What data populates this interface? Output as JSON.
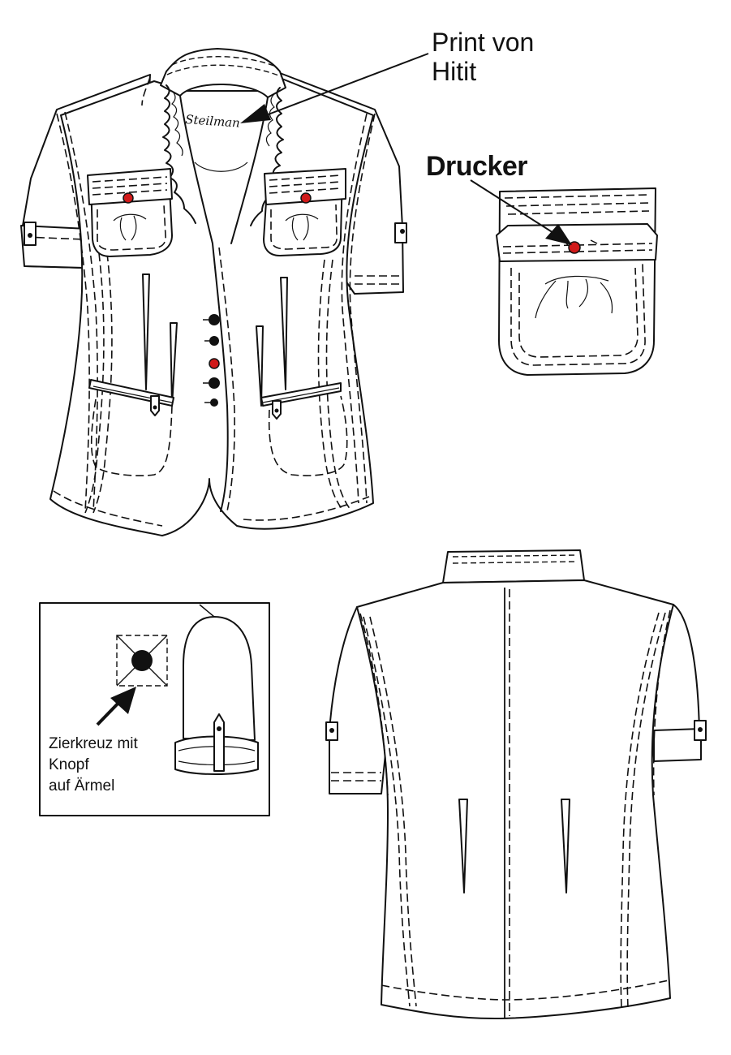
{
  "labels": {
    "print_line1": "Print von",
    "print_line2": "Hitit",
    "drucker": "Drucker",
    "zier_line1": "Zierkreuz mit",
    "zier_line2": "Knopf",
    "zier_line3": "auf Ärmel"
  },
  "brand_script": "Steilman",
  "colors": {
    "stroke": "#111111",
    "accent_button": "#d11a1a",
    "background": "#ffffff"
  },
  "icons": [
    "arrow-pointer-icon",
    "button-dot-icon"
  ]
}
